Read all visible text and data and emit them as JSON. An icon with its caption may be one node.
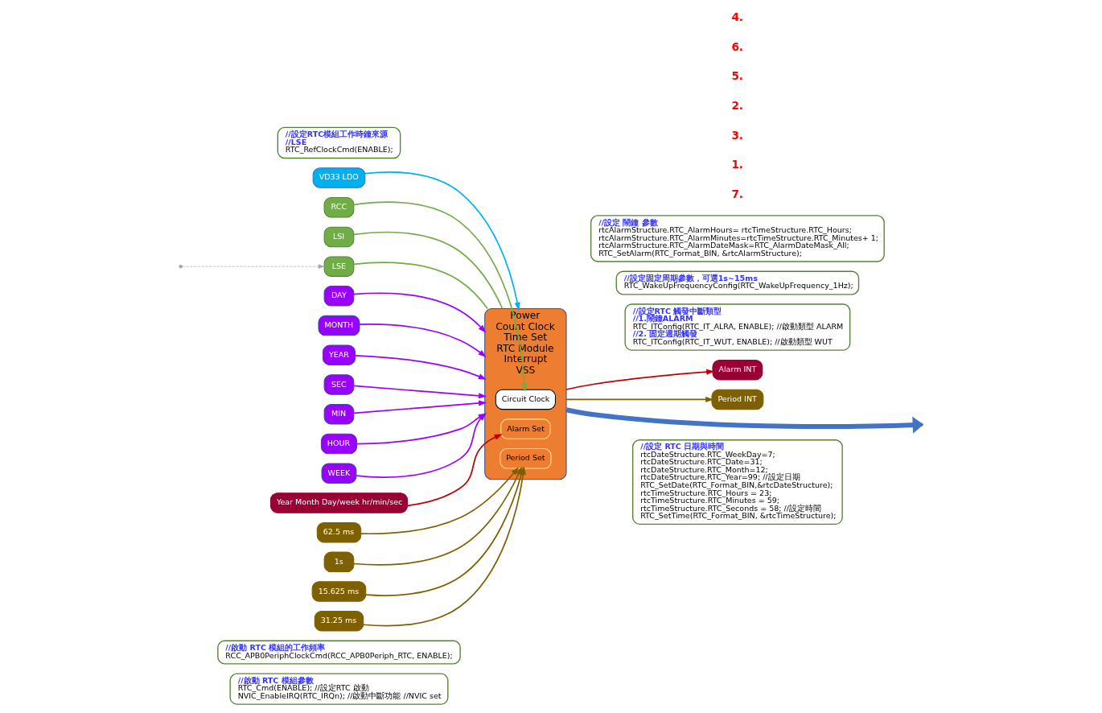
{
  "diagram": {
    "nodes": [
      {
        "text": [
          "//設定 RTC 日期與時間",
          "rtcDateStructure.RTC_WeekDay=7;",
          "rtcDateStructure.RTC_Date=31;",
          "rtcDateStructure.RTC_Month=12;",
          "rtcDateStructure.RTC_Year=99; //設定日期",
          "RTC_SetDate(RTC_Format_BIN,&rtcDateStructure);",
          "rtcTimeStructure.RTC_Hours = 23;",
          "rtcTimeStructure.RTC_Minutes = 59;",
          "rtcTimeStructure.RTC_Seconds = 58; //設定時間",
          "RTC_SetTime(RTC_Format_BIN, &rtcTimeStructure);"
        ]
      },
      {
        "text": [
          "//啟動 RTC 模組參數",
          "RTC_Cmd(ENABLE); //設定RTC 啟動",
          "NVIC_EnableIRQ(RTC_IRQn); //啟動中斷功能 //NVIC set"
        ]
      },
      {
        "text": [
          "//啟動 RTC 模組的工作頻率",
          "RCC_APB0PeriphClockCmd(RCC_APB0Periph_RTC, ENABLE);"
        ]
      },
      {
        "text": [
          "VD33 LDO"
        ]
      },
      {
        "text": [
          "RCC"
        ]
      },
      {
        "text": [
          "LSI"
        ]
      },
      {
        "text": [
          "LSE"
        ]
      },
      {
        "text": [
          "//設定RTC模組工作時鐘來源",
          "//LSE",
          "RTC_RefClockCmd(ENABLE);"
        ]
      },
      {
        "text": [
          "DAY"
        ]
      },
      {
        "text": [
          "MONTH"
        ]
      },
      {
        "text": [
          "YEAR"
        ]
      },
      {
        "text": [
          "SEC"
        ]
      },
      {
        "text": [
          "MIN"
        ]
      },
      {
        "text": [
          "HOUR"
        ]
      },
      {
        "text": [
          "WEEK"
        ]
      },
      {
        "text": [
          "Power",
          "Count Clock",
          "Time Set",
          "RTC Module",
          "Interrupt",
          "VSS"
        ]
      },
      {
        "text": [
          "Circuit Clock"
        ],
        "in": 15
      },
      {
        "text": [
          "Alarm Set"
        ],
        "in": 15
      },
      {
        "text": [
          "Period Set"
        ],
        "in": 15
      },
      {
        "text": [
          "Year Month Day/week hr/min/sec"
        ]
      },
      {
        "text": [
          "62.5 ms"
        ]
      },
      {
        "text": [
          "1s"
        ]
      },
      {
        "text": [
          "15.625 ms"
        ]
      },
      {
        "text": [
          "31.25 ms"
        ]
      },
      {
        "text": [
          "Alarm INT"
        ]
      },
      {
        "text": [
          "Period INT"
        ]
      },
      {
        "text": [
          "//設定RTC 觸發中斷類型",
          "//1.鬧鐘ALARM",
          "RTC_ITConfig(RTC_IT_ALRA, ENABLE); //啟動類型 ALARM",
          "//2. 固定週期觸發",
          "RTC_ITConfig(RTC_IT_WUT, ENABLE); //啟動類型 WUT"
        ]
      },
      {
        "text": [
          "//設定固定周期參數，可選1s~15ms",
          "RTC_WakeUpFrequencyConfig(RTC_WakeUpFrequency_1Hz);"
        ]
      },
      {
        "text": [
          "//設定 鬧鐘 參數",
          "rtcAlarmStructure.RTC_AlarmHours= rtcTimeStructure.RTC_Hours;",
          "rtcAlarmStructure.RTC_AlarmMinutes=rtcTimeStructure.RTC_Minutes+ 1;",
          "rtcAlarmStructure.RTC_AlarmDateMask=RTC_AlarmDateMask_All;",
          "RTC_SetAlarm(RTC_Format_BIN, &rtcAlarmStructure);"
        ]
      }
    ],
    "edges": [
      {
        "from": 3,
        "to": 15,
        "arrow": "to",
        "color": "#00b0f0"
      },
      {
        "from": 4,
        "to": 16,
        "arrow": "to",
        "color": "#70ad47"
      },
      {
        "from": 5,
        "to": 15,
        "arrow": "none",
        "color": "#70ad47"
      },
      {
        "from": 6,
        "to": 15,
        "arrow": "none",
        "color": "#70ad47"
      },
      {
        "from": 8,
        "to": 15,
        "arrow": "to",
        "color": "#9900ff"
      },
      {
        "from": 9,
        "to": 15,
        "arrow": "to",
        "color": "#9900ff"
      },
      {
        "from": 10,
        "to": 15,
        "arrow": "to",
        "color": "#9900ff"
      },
      {
        "from": 11,
        "to": 15,
        "arrow": "to",
        "color": "#9900ff"
      },
      {
        "from": 12,
        "to": 15,
        "arrow": "to",
        "color": "#9900ff"
      },
      {
        "from": 13,
        "to": 15,
        "arrow": "to",
        "color": "#9900ff"
      },
      {
        "from": 14,
        "to": 15,
        "arrow": "to",
        "color": "#9900ff"
      },
      {
        "from": 15,
        "to": 24,
        "arrow": "to",
        "color": "#c00000"
      },
      {
        "from": 15,
        "to": 25,
        "arrow": "to",
        "color": "#7f6000"
      },
      {
        "from": 19,
        "to": 17,
        "arrow": "to",
        "color": "#c00000"
      },
      {
        "from": 20,
        "to": 18,
        "arrow": "to",
        "color": "#7f6000"
      },
      {
        "from": 21,
        "to": 18,
        "arrow": "to",
        "color": "#7f6000"
      },
      {
        "from": 22,
        "to": 18,
        "arrow": "to",
        "color": "#7f6000"
      },
      {
        "from": 23,
        "to": 18,
        "arrow": "to",
        "color": "#7f6000"
      },
      {
        "from": 15,
        "to": null,
        "arrow": "to",
        "style": "thick",
        "color": "#4472c4"
      },
      {
        "from": null,
        "to": 6,
        "arrow": "to",
        "style": "dashed",
        "color": "#a6a6a6"
      }
    ],
    "labels": [
      "7.",
      "1.",
      "3.",
      "2.",
      "5.",
      "6.",
      "4."
    ]
  }
}
